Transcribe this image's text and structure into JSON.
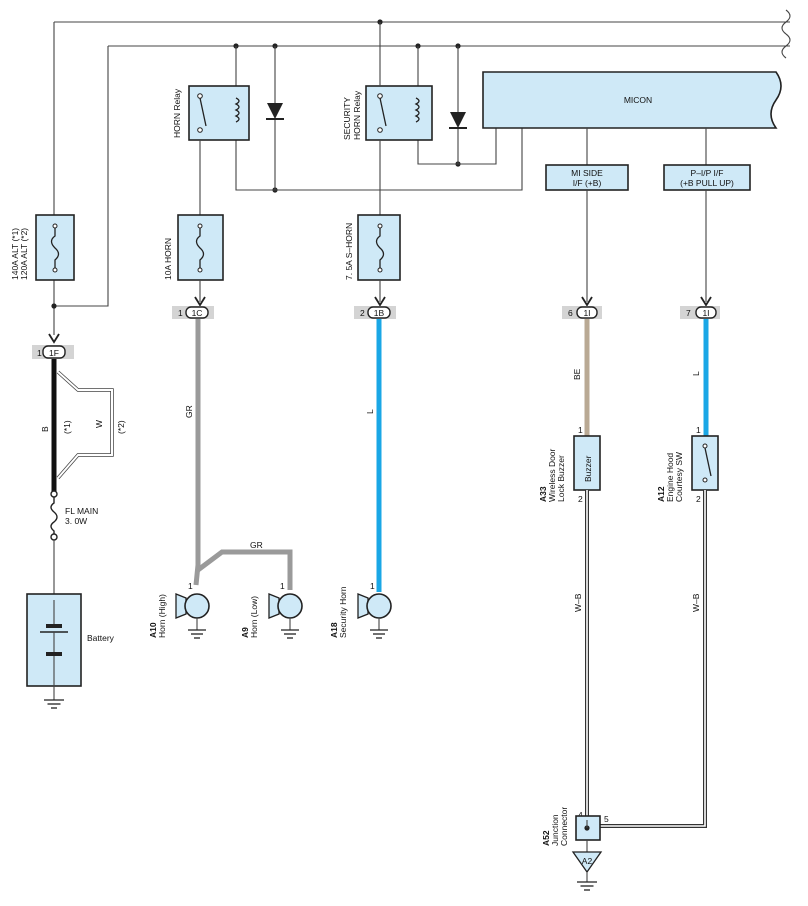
{
  "colors": {
    "component_fill": "#cfe9f7",
    "wire_gray": "#9a9a9a",
    "wire_blue": "#1aa7e6",
    "wire_brown": "#b9a994",
    "wire_black": "#111111",
    "connector_band": "#d4d4d4"
  },
  "relays": {
    "horn_relay": "HORN Relay",
    "security_horn_relay_l1": "SECURITY",
    "security_horn_relay_l2": "HORN Relay"
  },
  "micon": {
    "title": "MICON",
    "mi_side_l1": "MI SIDE",
    "mi_side_l2": "I/F (+B)",
    "pip_l1": "P–I/P I/F",
    "pip_l2": "(+B PULL UP)"
  },
  "fuses": {
    "alt_l1": "140A ALT (*1)",
    "alt_l2": "120A ALT (*2)",
    "horn": "10A HORN",
    "s_horn": "7. 5A S–HORN",
    "fl_main_l1": "FL MAIN",
    "fl_main_l2": "3. 0W"
  },
  "connectors": {
    "c1f": {
      "pin": "1",
      "id": "1F"
    },
    "c1c": {
      "pin": "1",
      "id": "1C"
    },
    "c1b": {
      "pin": "2",
      "id": "1B"
    },
    "c1i_a": {
      "pin": "6",
      "id": "1I"
    },
    "c1i_b": {
      "pin": "7",
      "id": "1I"
    }
  },
  "wires": {
    "b": "B",
    "w": "W",
    "star1": "(*1)",
    "star2": "(*2)",
    "gr1": "GR",
    "gr2": "GR",
    "l1": "L",
    "be": "BE",
    "l2": "L",
    "wb1": "W–B",
    "wb2": "W–B"
  },
  "components": {
    "battery": "Battery",
    "a10_code": "A10",
    "a10_name": "Horn (High)",
    "a10_pin": "1",
    "a9_code": "A9",
    "a9_name": "Horn (Low)",
    "a9_pin": "1",
    "a18_code": "A18",
    "a18_name": "Security Horn",
    "a18_pin": "1",
    "a33_code": "A33",
    "a33_name_l1": "Wireless Door",
    "a33_name_l2": "Lock Buzzer",
    "a33_inner": "Buzzer",
    "a33_pin_top": "1",
    "a33_pin_bot": "2",
    "a12_code": "A12",
    "a12_name_l1": "Engine Hood",
    "a12_name_l2": "Courtesy SW",
    "a12_pin_top": "1",
    "a12_pin_bot": "2",
    "a52_code": "A52",
    "a52_name_l1": "Junction",
    "a52_name_l2": "Connector",
    "a52_pin4": "4",
    "a52_pin5": "5",
    "ground_a2": "A2"
  }
}
